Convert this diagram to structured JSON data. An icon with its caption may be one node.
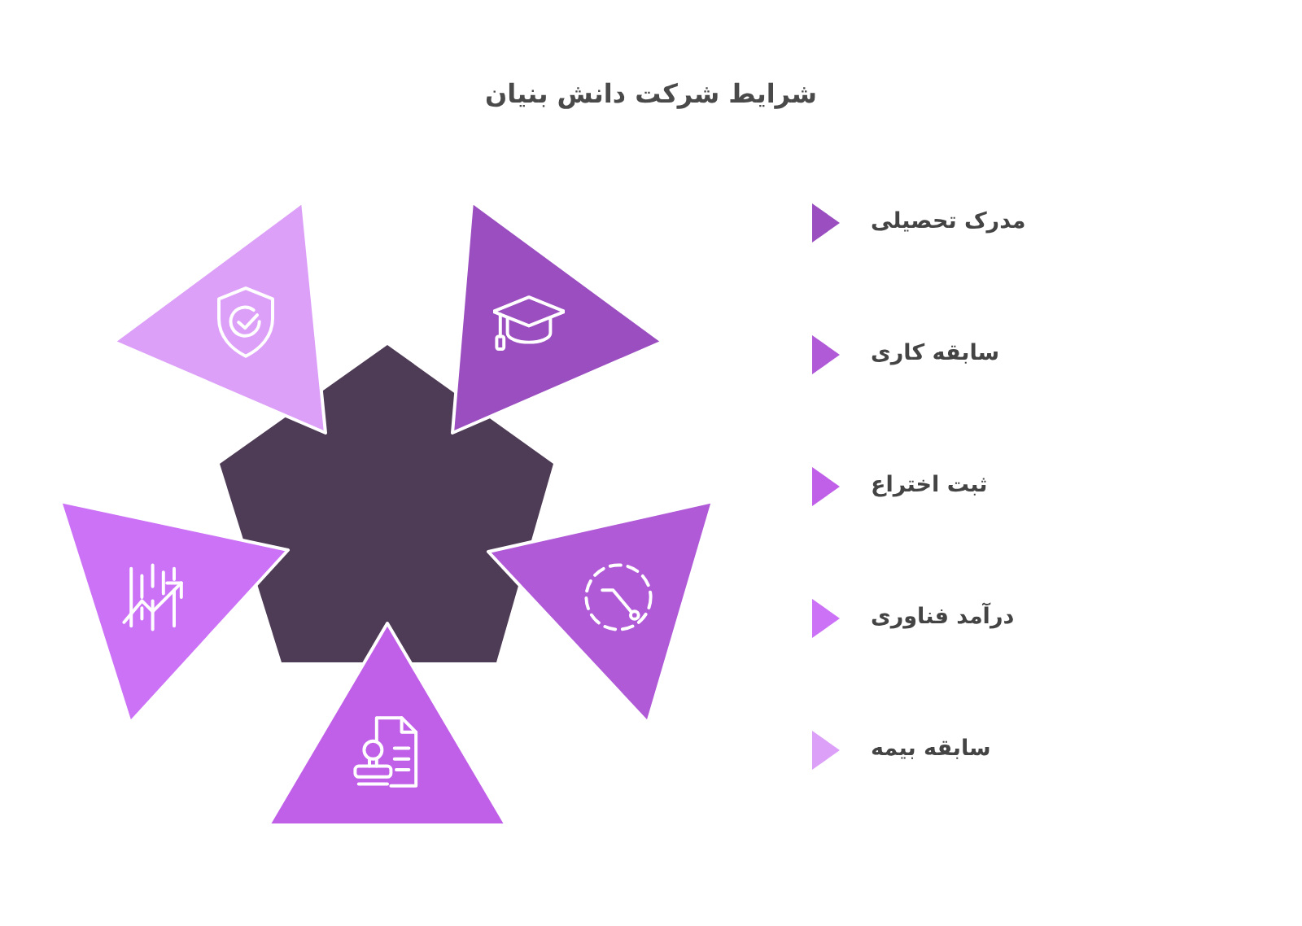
{
  "diagram": {
    "title": "شرایط شرکت دانش بنیان",
    "legend": [
      {
        "text": "مدرک تحصیلی",
        "color": "#9a4ec0"
      },
      {
        "text": "سابقه کاری",
        "color": "#b05ad8"
      },
      {
        "text": "ثبت اختراع",
        "color": "#c060e8"
      },
      {
        "text": "درآمد فناوری",
        "color": "#cc72f7"
      },
      {
        "text": "سابقه بیمه",
        "color": "#dca0f8"
      }
    ]
  }
}
